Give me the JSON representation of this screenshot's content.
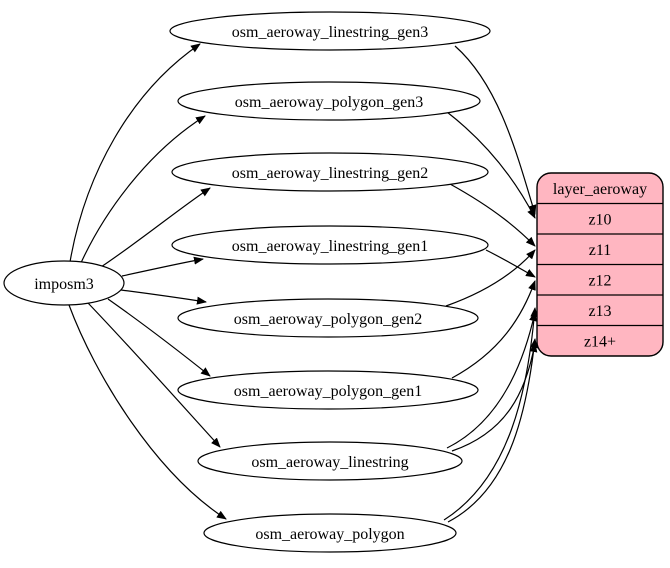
{
  "diagram": {
    "background": "#ffffff",
    "stroke_color": "#000000",
    "text_color": "#000000",
    "source": {
      "label": "imposm3",
      "fill": "#ffffff"
    },
    "tables": [
      {
        "label": "osm_aeroway_linestring_gen3"
      },
      {
        "label": "osm_aeroway_polygon_gen3"
      },
      {
        "label": "osm_aeroway_linestring_gen2"
      },
      {
        "label": "osm_aeroway_linestring_gen1"
      },
      {
        "label": "osm_aeroway_polygon_gen2"
      },
      {
        "label": "osm_aeroway_polygon_gen1"
      },
      {
        "label": "osm_aeroway_linestring"
      },
      {
        "label": "osm_aeroway_polygon"
      }
    ],
    "layer": {
      "title": "layer_aeroway",
      "rows": [
        "z10",
        "z11",
        "z12",
        "z13",
        "z14+"
      ],
      "fill": "#ffb6c1"
    },
    "edges": [
      {
        "from": "imposm3",
        "to": "osm_aeroway_linestring_gen3"
      },
      {
        "from": "imposm3",
        "to": "osm_aeroway_polygon_gen3"
      },
      {
        "from": "imposm3",
        "to": "osm_aeroway_linestring_gen2"
      },
      {
        "from": "imposm3",
        "to": "osm_aeroway_linestring_gen1"
      },
      {
        "from": "imposm3",
        "to": "osm_aeroway_polygon_gen2"
      },
      {
        "from": "imposm3",
        "to": "osm_aeroway_polygon_gen1"
      },
      {
        "from": "imposm3",
        "to": "osm_aeroway_linestring"
      },
      {
        "from": "imposm3",
        "to": "osm_aeroway_polygon"
      },
      {
        "from": "osm_aeroway_linestring_gen3",
        "to": "layer_aeroway:z10"
      },
      {
        "from": "osm_aeroway_polygon_gen3",
        "to": "layer_aeroway:z10"
      },
      {
        "from": "osm_aeroway_linestring_gen2",
        "to": "layer_aeroway:z11"
      },
      {
        "from": "osm_aeroway_polygon_gen2",
        "to": "layer_aeroway:z11"
      },
      {
        "from": "osm_aeroway_linestring_gen1",
        "to": "layer_aeroway:z12"
      },
      {
        "from": "osm_aeroway_polygon_gen1",
        "to": "layer_aeroway:z12"
      },
      {
        "from": "osm_aeroway_linestring",
        "to": "layer_aeroway:z13"
      },
      {
        "from": "osm_aeroway_polygon",
        "to": "layer_aeroway:z13"
      },
      {
        "from": "osm_aeroway_linestring",
        "to": "layer_aeroway:z14+"
      },
      {
        "from": "osm_aeroway_polygon",
        "to": "layer_aeroway:z14+"
      }
    ]
  }
}
